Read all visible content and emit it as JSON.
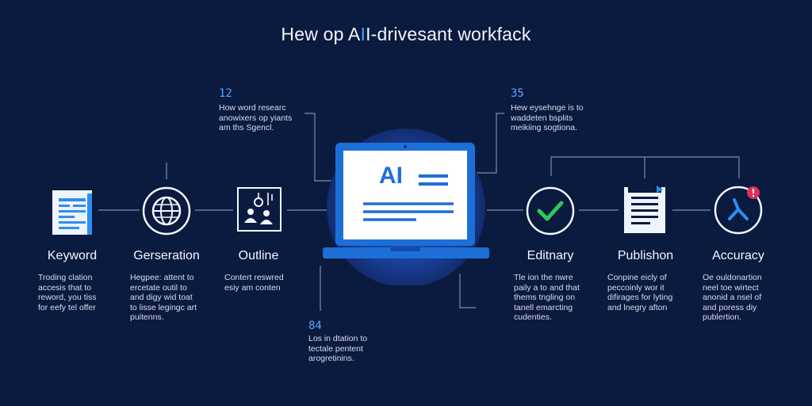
{
  "title": {
    "prefix": "Hew op A",
    "accent": "I",
    "suffix": "I-drivesant workfack"
  },
  "laptop": {
    "screen_text": "AI"
  },
  "steps_left": [
    {
      "label": "Keyword",
      "icon": "document-icon",
      "description": "Troding clation\naccesis that to\nreword, you tiss\nfor eefy tel offer"
    },
    {
      "label": "Gerseration",
      "icon": "globe-icon",
      "description": "Hegpee: attent to\nercetate outil to\nand digy wid toat\nto lisse legingc art\npuitenns."
    },
    {
      "label": "Outline",
      "icon": "people-chart-icon",
      "description": "Contert reswred\nesiy am conten"
    }
  ],
  "steps_right": [
    {
      "label": "Editnary",
      "icon": "checkmark-icon",
      "description": "Tle ion the nwre\npaily a to and that\nthems tngling on\ntanell emarcting\ncudenties."
    },
    {
      "label": "Publishon",
      "icon": "clipboard-icon",
      "description": "Conpine eicly of\npeccoinly wor it\ndifirages for lyting\nand lnegry afton"
    },
    {
      "label": "Accuracy",
      "icon": "target-alert-icon",
      "description": "Oe ouldonartion\nneel toe wirtect\nanonid a nsel of\nand poress diy\npublertion."
    }
  ],
  "callouts": [
    {
      "number": "12",
      "text": "How word researc\nanowixers op yiants\nam ths Sgencl."
    },
    {
      "number": "35",
      "text": "Hew eysehnge is to\nwaddeten bsplits\nmeikiing sogtiona."
    },
    {
      "number": "84",
      "text": "Los in dtation to\ntectale pentent\narogretinins."
    }
  ]
}
